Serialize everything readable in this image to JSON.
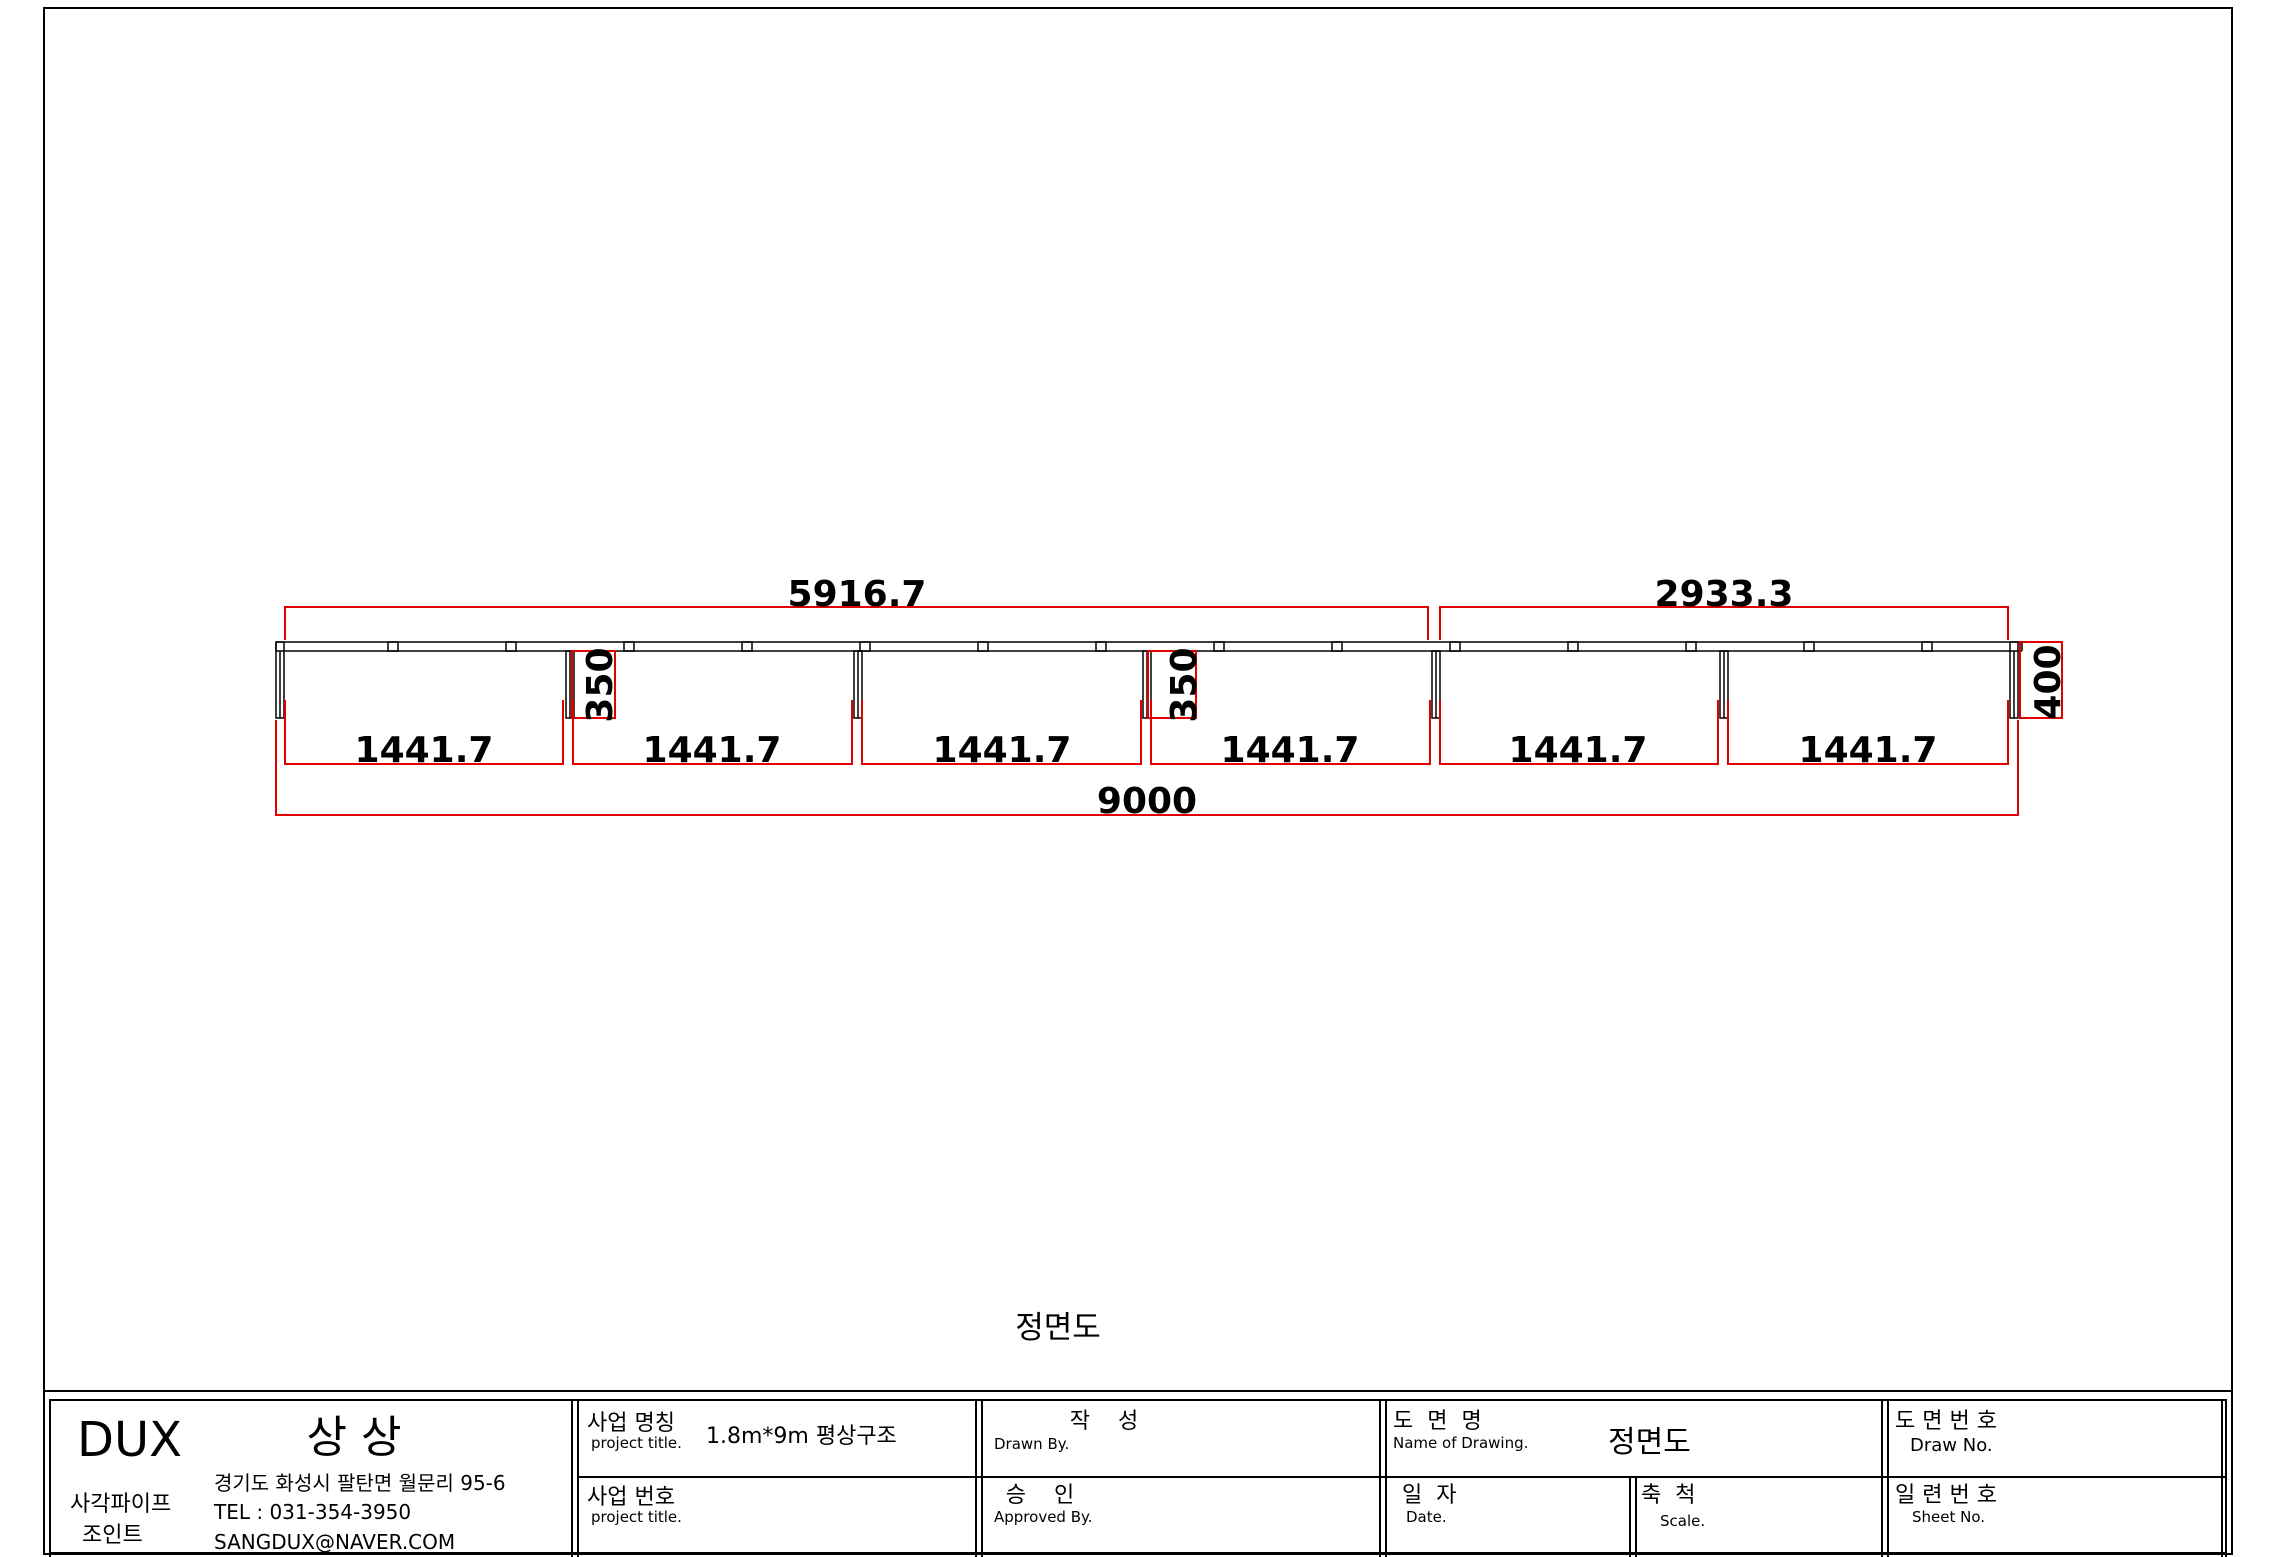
{
  "drawing": {
    "title": "정면도",
    "dimensions": {
      "top_left_span": "5916.7",
      "top_right_span": "2933.3",
      "bay_width": "1441.7",
      "overall": "9000",
      "frame_height_a": "350",
      "frame_height_b": "350",
      "end_height": "400"
    }
  },
  "title_block": {
    "company": {
      "brand": "DUX",
      "name": "상 상",
      "product_line1": "사각파이프",
      "product_line2": "조인트",
      "address": "경기도 화성시 팔탄면 월문리 95-6",
      "tel": "TEL : 031-354-3950",
      "email": "SANGDUX@NAVER.COM"
    },
    "project_name": {
      "label_ko": "사업 명칭",
      "label_en": "project title.",
      "value": "1.8m*9m 평상구조"
    },
    "project_no": {
      "label_ko": "사업 번호",
      "label_en": "project title.",
      "value": ""
    },
    "drawn_by": {
      "label_ko": "작    성",
      "label_en": "Drawn By.",
      "value": ""
    },
    "approved_by": {
      "label_ko": "승    인",
      "label_en": "Approved By.",
      "value": ""
    },
    "drawing_name": {
      "label_ko": "도  면  명",
      "label_en": "Name of Drawing.",
      "value": "정면도"
    },
    "date": {
      "label_ko": "일  자",
      "label_en": "Date.",
      "value": ""
    },
    "scale": {
      "label_ko": "축  척",
      "label_en": "Scale.",
      "value": ""
    },
    "draw_no": {
      "label_ko": "도 면 번 호",
      "label_en": "Draw No.",
      "value": ""
    },
    "sheet_no": {
      "label_ko": "일 련 번 호",
      "label_en": "Sheet No.",
      "value": ""
    }
  },
  "colors": {
    "dimension_line": "#e00000",
    "drawing_line": "#000000",
    "paper": "#ffffff"
  }
}
